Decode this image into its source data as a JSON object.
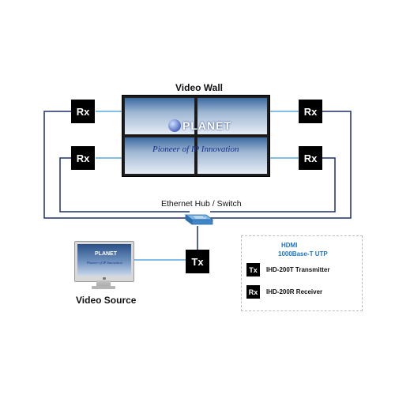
{
  "diagram": {
    "video_wall_title": "Video Wall",
    "video_wall_logo": "PLANET",
    "video_wall_tagline": "Pioneer of IP Innovation",
    "hub_label": "Ethernet Hub / Switch",
    "video_source_label": "Video Source",
    "monitor_logo": "PLANET",
    "monitor_tagline": "Pioneer of IP Innovation",
    "rx_label": "Rx",
    "tx_label": "Tx"
  },
  "legend": {
    "hdmi_label": "HDMI",
    "utp_label": "1000Base-T UTP",
    "tx_desc": "IHD-200T Transmitter",
    "rx_desc": "IHD-200R Receiver"
  },
  "colors": {
    "hdmi_line": "#5aa9df",
    "utp_line": "#1f2f6e",
    "device_box": "#000000",
    "switch": "#4a8fcf"
  }
}
